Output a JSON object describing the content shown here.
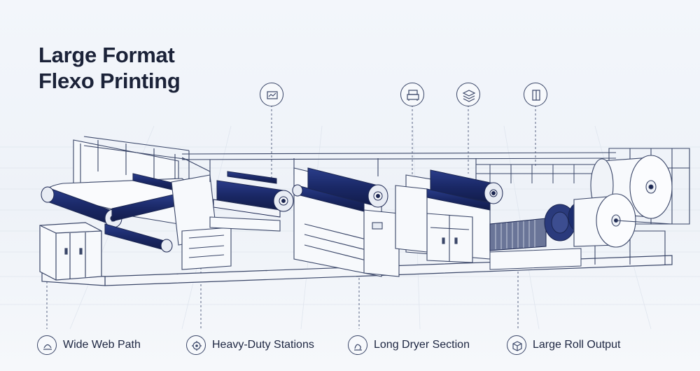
{
  "title": {
    "line1": "Large Format",
    "line2": "Flexo Printing"
  },
  "callout_icons": [
    {
      "name": "print-plate-icon"
    },
    {
      "name": "press-station-icon"
    },
    {
      "name": "layer-stack-icon"
    },
    {
      "name": "roll-box-icon"
    }
  ],
  "features": [
    {
      "label": "Wide Web Path",
      "icon": "web-path-icon"
    },
    {
      "label": "Heavy-Duty Stations",
      "icon": "gear-icon"
    },
    {
      "label": "Long Dryer Section",
      "icon": "airflow-icon"
    },
    {
      "label": "Large Roll Output",
      "icon": "box-icon"
    }
  ],
  "colors": {
    "line": "#3a4668",
    "roller": "#1c2d6e",
    "accent_dark": "#162257",
    "background": "#f1f4f9"
  }
}
